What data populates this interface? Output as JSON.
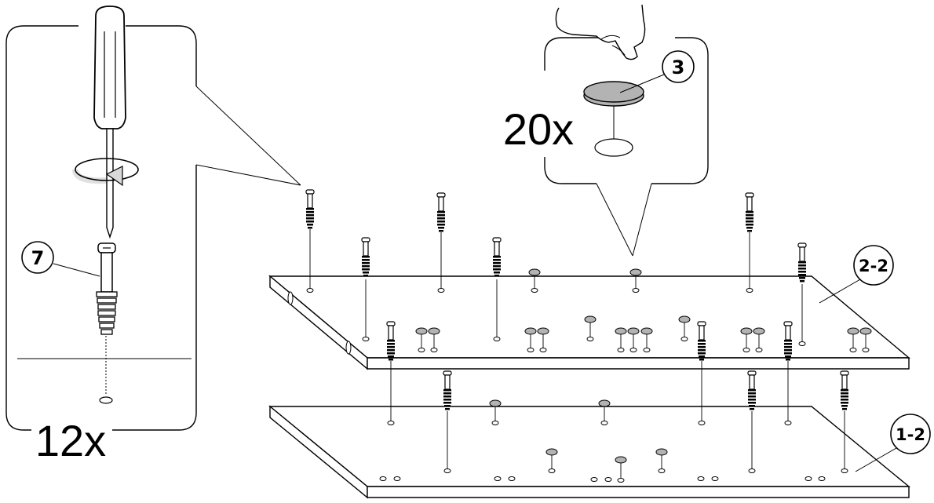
{
  "instructions": {
    "screw_quantity": "12x",
    "cap_quantity": "20x",
    "part_screw": "7",
    "part_cap": "3",
    "panel_top_label": "2-2",
    "panel_bottom_label": "1-2"
  },
  "colors": {
    "stroke": "#000000",
    "cap_fill": "#b3b3b3",
    "background": "#ffffff"
  },
  "icons": [
    "screwdriver-icon",
    "rotation-arrow-icon",
    "hand-icon",
    "cam-screw-icon",
    "cover-cap-icon"
  ]
}
